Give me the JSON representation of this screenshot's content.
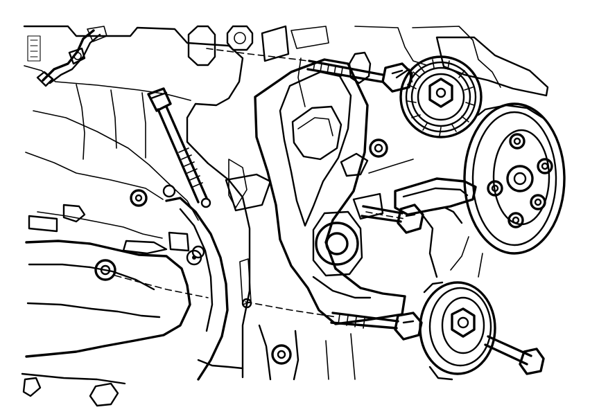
{
  "figure": {
    "kind": "line-art engine diagram",
    "colors": {
      "background": "#ffffff",
      "ink": "#000000"
    },
    "parts": [
      "engine-block",
      "front-cover",
      "exhaust-manifold",
      "accessory-bracket",
      "pulley",
      "idler-pulley",
      "damper",
      "bolt",
      "stud"
    ]
  }
}
